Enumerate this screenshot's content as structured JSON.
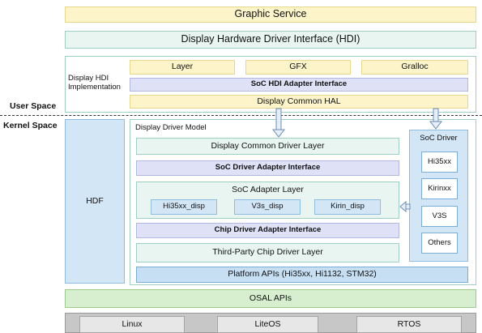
{
  "layers": {
    "graphic_service": "Graphic Service",
    "hdi": "Display Hardware Driver Interface (HDI)",
    "user_space": "User Space",
    "kernel_space": "Kernel Space",
    "display_hdi_impl": "Display HDI\nImplementation",
    "layer": "Layer",
    "gfx": "GFX",
    "gralloc": "Gralloc",
    "soc_hdi_adapter": "SoC HDI Adapter Interface",
    "display_common_hal": "Display Common HAL",
    "hdf": "HDF",
    "display_driver_model": "Display Driver Model",
    "display_common_driver_layer": "Display Common Driver Layer",
    "soc_driver_adapter": "SoC Driver Adapter Interface",
    "soc_adapter_layer": "SoC Adapter Layer",
    "hi35xx_disp": "Hi35xx_disp",
    "v3s_disp": "V3s_disp",
    "kirin_disp": "Kirin_disp",
    "chip_driver_adapter": "Chip Driver Adapter Interface",
    "third_party_chip": "Third-Party Chip Driver Layer",
    "platform_apis": "Platform APIs (Hi35xx, Hi1132, STM32)",
    "soc_driver": "SoC Driver",
    "hi35xx": "Hi35xx",
    "kirinxx": "Kirinxx",
    "v3s": "V3S",
    "others": "Others",
    "osal_apis": "OSAL APIs",
    "linux": "Linux",
    "liteos": "LiteOS",
    "rtos": "RTOS"
  }
}
